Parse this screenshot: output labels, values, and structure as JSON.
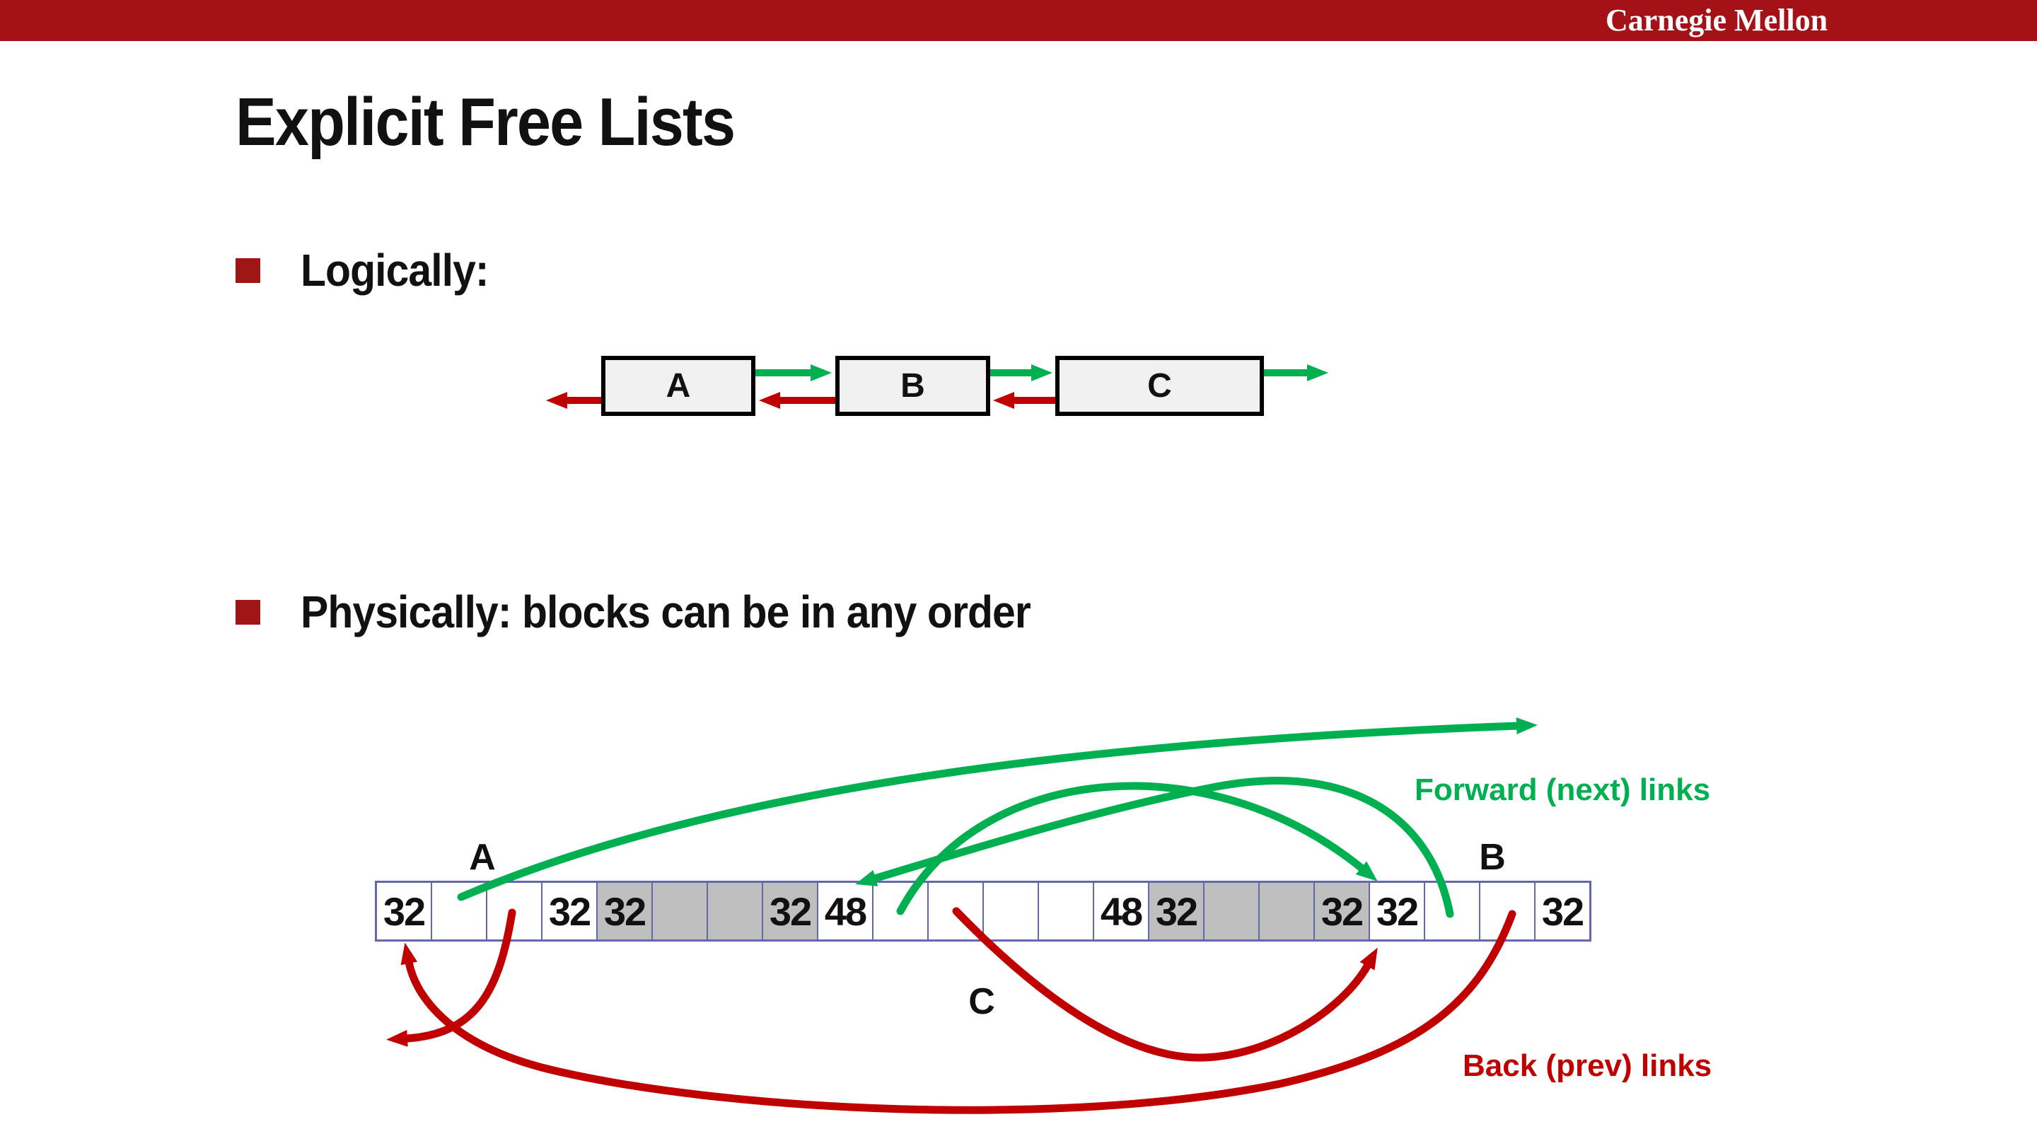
{
  "header": {
    "brand": "Carnegie Mellon"
  },
  "slide": {
    "title": "Explicit Free Lists"
  },
  "bullets": {
    "logical_label": "Logically:",
    "physical_label": "Physically: blocks can be in any order"
  },
  "logical_diagram": {
    "blocks": [
      {
        "label": "A"
      },
      {
        "label": "B"
      },
      {
        "label": "C"
      }
    ]
  },
  "physical_diagram": {
    "block_labels": {
      "a": "A",
      "b": "B",
      "c": "C"
    },
    "forward_label": "Forward (next) links",
    "back_label": "Back (prev) links",
    "cells": [
      {
        "value": "32",
        "gray": false
      },
      {
        "value": "",
        "gray": false
      },
      {
        "value": "",
        "gray": false
      },
      {
        "value": "32",
        "gray": false
      },
      {
        "value": "32",
        "gray": true
      },
      {
        "value": "",
        "gray": true
      },
      {
        "value": "",
        "gray": true
      },
      {
        "value": "32",
        "gray": true
      },
      {
        "value": "48",
        "gray": false
      },
      {
        "value": "",
        "gray": false
      },
      {
        "value": "",
        "gray": false
      },
      {
        "value": "",
        "gray": false
      },
      {
        "value": "",
        "gray": false
      },
      {
        "value": "48",
        "gray": false
      },
      {
        "value": "32",
        "gray": true
      },
      {
        "value": "",
        "gray": true
      },
      {
        "value": "",
        "gray": true
      },
      {
        "value": "32",
        "gray": true
      },
      {
        "value": "32",
        "gray": false
      },
      {
        "value": "",
        "gray": false
      },
      {
        "value": "",
        "gray": false
      },
      {
        "value": "32",
        "gray": false
      }
    ]
  },
  "colors": {
    "bar": "#A41116",
    "bullet": "#A01515",
    "green": "#00B050",
    "red": "#C00000",
    "cell_border": "#6565B0",
    "gray_fill": "#BFBFBF"
  }
}
